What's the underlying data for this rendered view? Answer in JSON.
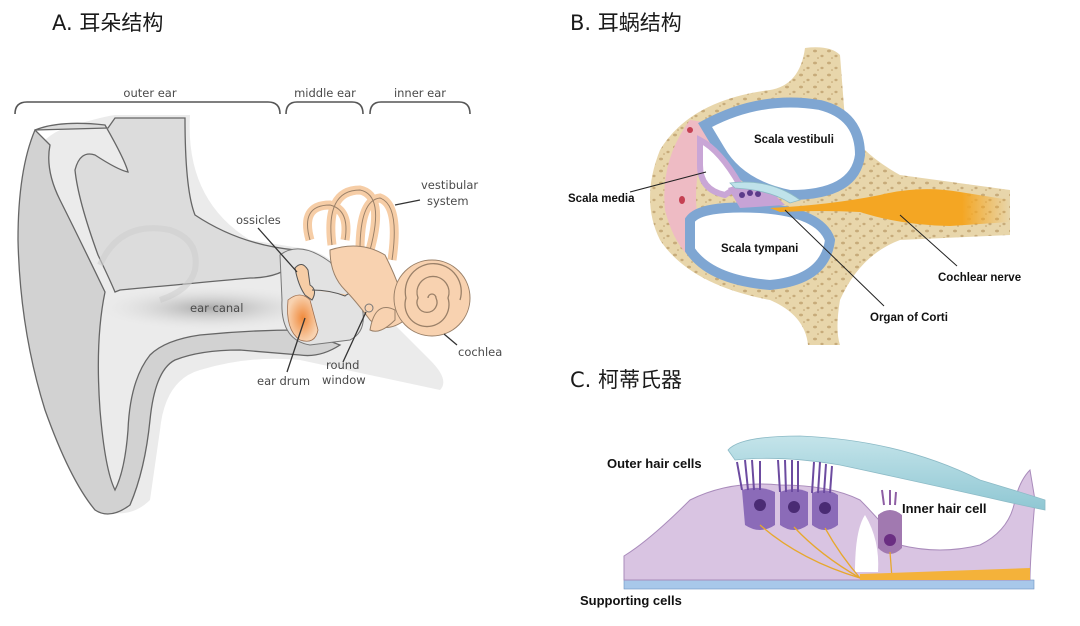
{
  "panels": {
    "a": {
      "title": "A. 耳朵结构",
      "regions": {
        "outer": "outer ear",
        "middle": "middle ear",
        "inner": "inner ear"
      },
      "labels": {
        "ear_canal": "ear canal",
        "ossicles": "ossicles",
        "vestibular_1": "vestibular",
        "vestibular_2": "system",
        "ear_drum": "ear drum",
        "round_1": "round",
        "round_2": "window",
        "cochlea": "cochlea"
      }
    },
    "b": {
      "title": "B. 耳蜗结构",
      "labels": {
        "scala_vestibuli": "Scala vestibuli",
        "scala_media": "Scala media",
        "scala_tympani": "Scala tympani",
        "cochlear_nerve": "Cochlear nerve",
        "organ_of_corti": "Organ of Corti"
      }
    },
    "c": {
      "title": "C. 柯蒂氏器",
      "labels": {
        "outer_hair_cells": "Outer hair cells",
        "inner_hair_cell": "Inner hair cell",
        "supporting_cells": "Supporting cells"
      }
    }
  },
  "colors": {
    "skin": "#e4e4e4",
    "skin_dark": "#cfcfcf",
    "inner_ear": "#f8d2b0",
    "bone": "#e6d3a6",
    "bone_dot": "#c8ad7c",
    "duct_blue": "#7fa6d2",
    "media_pink": "#eebbc4",
    "nerve": "#f4a623",
    "cell_purple": "#cdb3d8",
    "hair_cell": "#7b5ba8",
    "tectorial": "#a9d6df"
  }
}
